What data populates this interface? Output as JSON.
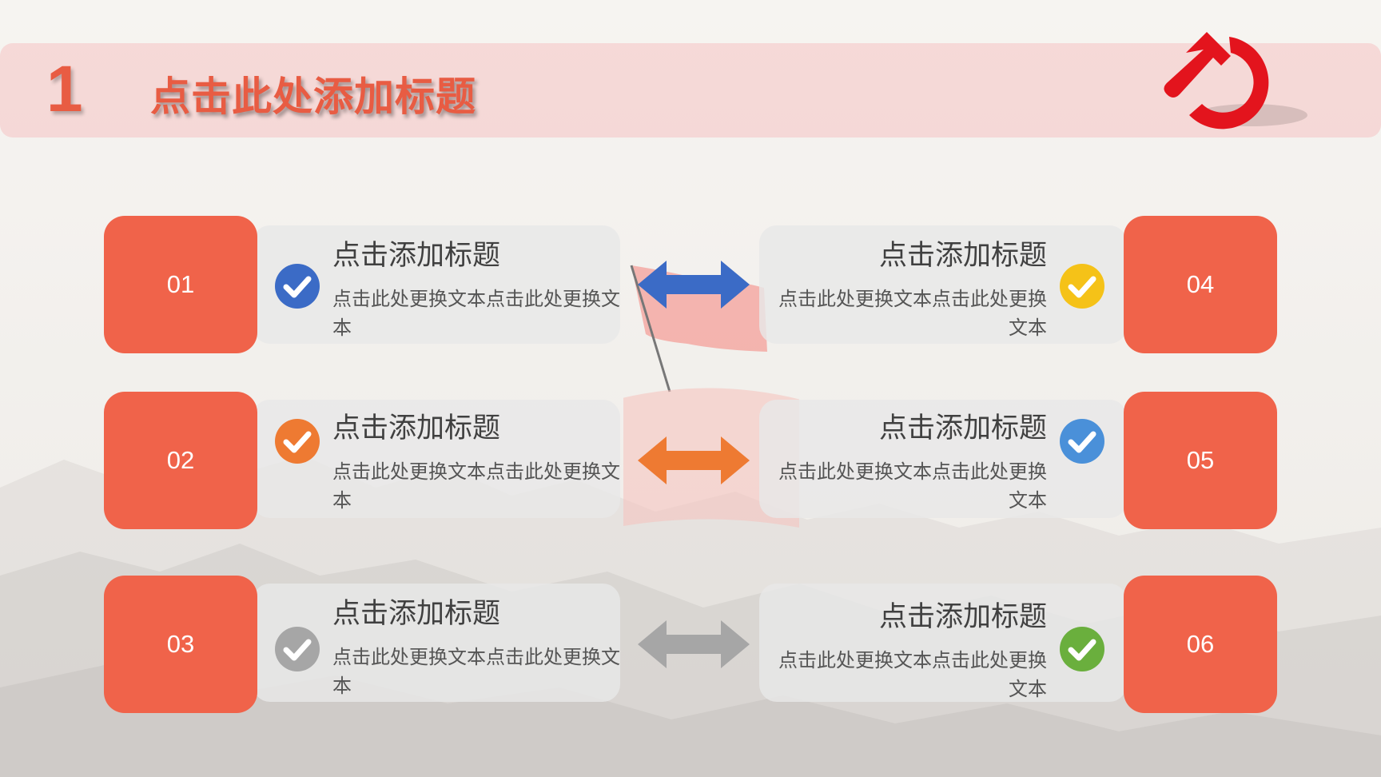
{
  "header": {
    "number": "1",
    "title": "点击此处添加标题"
  },
  "colors": {
    "badge": "#f0634a",
    "band": "#f6c8c8",
    "title": "#e85c43",
    "emblem": "#e3141d"
  },
  "items": [
    {
      "number": "01",
      "title": "点击添加标题",
      "body": "点击此处更换文本点击此处更换文本",
      "icon": "check-circle-icon",
      "color": "#3b6bc6"
    },
    {
      "number": "02",
      "title": "点击添加标题",
      "body": "点击此处更换文本点击此处更换文本",
      "icon": "check-circle-icon",
      "color": "#ee7a32"
    },
    {
      "number": "03",
      "title": "点击添加标题",
      "body": "点击此处更换文本点击此处更换文本",
      "icon": "check-circle-icon",
      "color": "#a6a6a6"
    },
    {
      "number": "04",
      "title": "点击添加标题",
      "body": "点击此处更换文本点击此处更换文本",
      "icon": "check-circle-icon",
      "color": "#f5c218"
    },
    {
      "number": "05",
      "title": "点击添加标题",
      "body": "点击此处更换文本点击此处更换文本",
      "icon": "check-circle-icon",
      "color": "#4a90d9"
    },
    {
      "number": "06",
      "title": "点击添加标题",
      "body": "点击此处更换文本点击此处更换文本",
      "icon": "check-circle-icon",
      "color": "#6aaf3d"
    }
  ],
  "arrows": [
    {
      "icon": "double-arrow-icon",
      "color": "#3b6bc6"
    },
    {
      "icon": "double-arrow-icon",
      "color": "#ee7a32"
    },
    {
      "icon": "double-arrow-icon",
      "color": "#a6a6a6"
    }
  ]
}
